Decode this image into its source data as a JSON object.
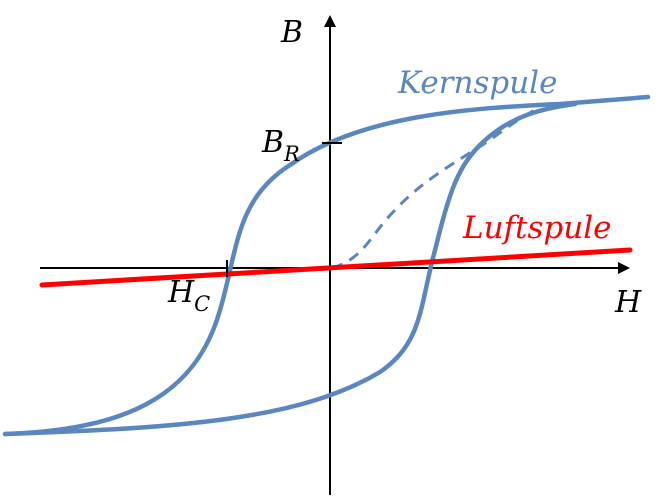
{
  "labels": {
    "y_axis": "B",
    "x_axis": "H",
    "remanence": {
      "main": "B",
      "sub": "R"
    },
    "coercivity": {
      "main": "H",
      "sub": "C"
    },
    "core_coil": "Kernspule",
    "air_coil": "Luftspule"
  },
  "colors": {
    "axis": "#000000",
    "hysteresis": "#5b87c0",
    "air_line": "#ff0000"
  }
}
